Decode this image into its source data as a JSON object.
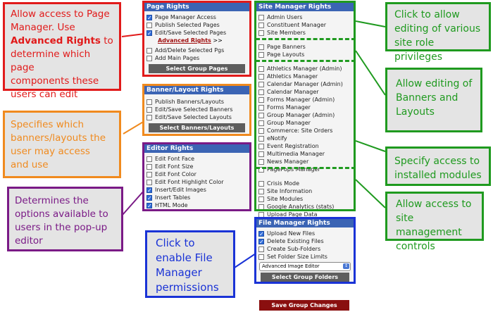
{
  "page_rights": {
    "title": "Page Rights",
    "items": [
      {
        "label": "Page Manager Access",
        "checked": true
      },
      {
        "label": "Publish Selected Pages",
        "checked": false
      },
      {
        "label": "Edit/Save Selected Pages",
        "checked": true
      }
    ],
    "advanced_link": "Advanced Rights",
    "advanced_arrows": ">>",
    "items2": [
      {
        "label": "Add/Delete Selected Pgs",
        "checked": false
      },
      {
        "label": "Add Main Pages",
        "checked": false
      }
    ],
    "button": "Select Group Pages"
  },
  "banner_rights": {
    "title": "Banner/Layout Rights",
    "items": [
      {
        "label": "Publish Banners/Layouts",
        "checked": false
      },
      {
        "label": "Edit/Save Selected Banners",
        "checked": false
      },
      {
        "label": "Edit/Save Selected Layouts",
        "checked": false
      }
    ],
    "button": "Select Banners/Layouts"
  },
  "editor_rights": {
    "title": "Editor Rights",
    "items": [
      {
        "label": "Edit Font Face",
        "checked": false
      },
      {
        "label": "Edit Font Size",
        "checked": false
      },
      {
        "label": "Edit Font Color",
        "checked": false
      },
      {
        "label": "Edit Font Highlight Color",
        "checked": false
      },
      {
        "label": "Insert/Edit Images",
        "checked": true
      },
      {
        "label": "Insert Tables",
        "checked": true
      },
      {
        "label": "HTML Mode",
        "checked": true
      }
    ]
  },
  "site_manager_rights": {
    "title": "Site Manager Rights",
    "group1": [
      {
        "label": "Admin Users",
        "checked": false
      },
      {
        "label": "Constituent Manager",
        "checked": false
      },
      {
        "label": "Site Members",
        "checked": false
      }
    ],
    "group2": [
      {
        "label": "Page Banners",
        "checked": false
      },
      {
        "label": "Page Layouts",
        "checked": false
      }
    ],
    "group3": [
      {
        "label": "Athletics Manager (Admin)",
        "checked": false
      },
      {
        "label": "Athletics Manager",
        "checked": false
      },
      {
        "label": "Calendar Manager (Admin)",
        "checked": false
      },
      {
        "label": "Calendar Manager",
        "checked": false
      },
      {
        "label": "Forms Manager (Admin)",
        "checked": false
      },
      {
        "label": "Forms Manager",
        "checked": false
      },
      {
        "label": "Group Manager (Admin)",
        "checked": false
      },
      {
        "label": "Group Manager",
        "checked": false
      },
      {
        "label": "Commerce: Site Orders",
        "checked": false
      },
      {
        "label": "eNotify",
        "checked": false
      },
      {
        "label": "Event Registration",
        "checked": false
      },
      {
        "label": "Multimedia Manager",
        "checked": false
      },
      {
        "label": "News Manager",
        "checked": false
      },
      {
        "label": "PagePops Manager",
        "checked": false
      }
    ],
    "group4": [
      {
        "label": "Crisis Mode",
        "checked": false
      },
      {
        "label": "Site Information",
        "checked": false
      },
      {
        "label": "Site Modules",
        "checked": false
      },
      {
        "label": "Google Analytics (stats)",
        "checked": false
      },
      {
        "label": "Upload Page Data",
        "checked": false
      }
    ]
  },
  "file_manager_rights": {
    "title": "File Manager Rights",
    "items": [
      {
        "label": "Upload New Files",
        "checked": true
      },
      {
        "label": "Delete Existing Files",
        "checked": true
      },
      {
        "label": "Create Sub-Folders",
        "checked": false
      },
      {
        "label": "Set Folder Size Limits",
        "checked": false
      }
    ],
    "select_value": "Advanced Image Editor",
    "button": "Select Group Folders"
  },
  "save_button": "Save Group Changes",
  "callouts": {
    "page_manager": {
      "line1": "Allow access to Page",
      "line2": "Manager. Use",
      "bold": "Advanced Rights",
      "line3_rest": " to",
      "line4": "determine which page",
      "line5": "components these",
      "line6": "users can edit"
    },
    "banners": [
      "Specifies which",
      "banners/layouts the",
      "user may access",
      "and use"
    ],
    "editor": [
      "Determines the",
      "options available to",
      "users in the pop-up",
      "editor"
    ],
    "file_manager": [
      "Click to",
      "enable File",
      "Manager",
      "permissions"
    ],
    "site_roles": [
      "Click to allow",
      "editing of various",
      "site role privileges"
    ],
    "banners_layouts": [
      "Allow editing of",
      "Banners and",
      "Layouts"
    ],
    "modules": [
      "Specify access to",
      "installed modules"
    ],
    "site_controls": [
      "Allow access to",
      "site management",
      "controls"
    ]
  },
  "colors": {
    "red": "#e11a1a",
    "orange": "#f08a1e",
    "purple": "#7a1a86",
    "blue": "#1a33d6",
    "green": "#1f9a1f",
    "title_bar": "#3b64b4",
    "save_button": "#8a0f0f"
  }
}
